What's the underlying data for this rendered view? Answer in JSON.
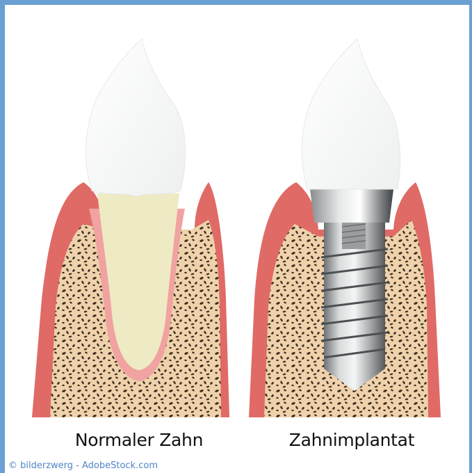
{
  "labels": {
    "normal_tooth": "Normaler Zahn",
    "implant": "Zahnimplantat"
  },
  "credit": "© bilderzwerg - AdobeStock.com",
  "colors": {
    "frame": "#6aa0d3",
    "gum": "#e06a66",
    "gum_light": "#f0a3a0",
    "bone": "#efd2ab",
    "bone_pores": "#3a2e24",
    "root": "#eeeac4",
    "crown": "#ffffff",
    "implant_metal": "#b9bbbd",
    "credit_text": "#4f86c6"
  }
}
